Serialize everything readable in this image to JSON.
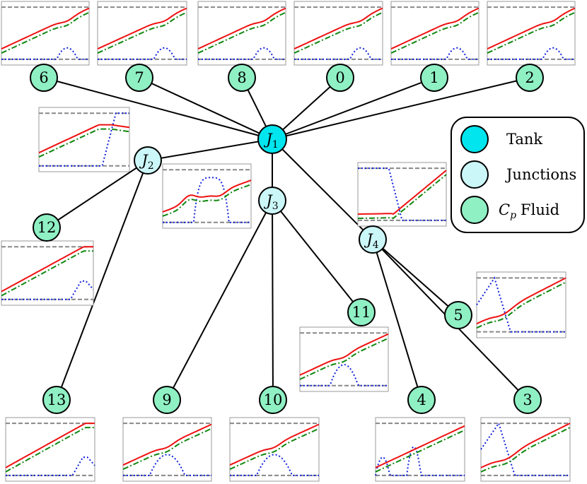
{
  "legend": {
    "items": [
      {
        "label": "Tank",
        "color": "#00e5ee"
      },
      {
        "label": "Junctions",
        "color": "#ccf7f9"
      },
      {
        "label": "Fluid",
        "prefix_italic": "C",
        "prefix_sub": "p",
        "color": "#8ff0c4"
      }
    ]
  },
  "nodes": [
    {
      "id": "J1",
      "kind": "tank",
      "label_main": "J",
      "label_sub": "1"
    },
    {
      "id": "J2",
      "kind": "junction",
      "label_main": "J",
      "label_sub": "2"
    },
    {
      "id": "J3",
      "kind": "junction",
      "label_main": "J",
      "label_sub": "3"
    },
    {
      "id": "J4",
      "kind": "junction",
      "label_main": "J",
      "label_sub": "4"
    },
    {
      "id": "0",
      "kind": "fluid",
      "label_main": "0"
    },
    {
      "id": "1",
      "kind": "fluid",
      "label_main": "1"
    },
    {
      "id": "2",
      "kind": "fluid",
      "label_main": "2"
    },
    {
      "id": "3",
      "kind": "fluid",
      "label_main": "3"
    },
    {
      "id": "4",
      "kind": "fluid",
      "label_main": "4"
    },
    {
      "id": "5",
      "kind": "fluid",
      "label_main": "5"
    },
    {
      "id": "6",
      "kind": "fluid",
      "label_main": "6"
    },
    {
      "id": "7",
      "kind": "fluid",
      "label_main": "7"
    },
    {
      "id": "8",
      "kind": "fluid",
      "label_main": "8"
    },
    {
      "id": "9",
      "kind": "fluid",
      "label_main": "9"
    },
    {
      "id": "10",
      "kind": "fluid",
      "label_main": "10"
    },
    {
      "id": "11",
      "kind": "fluid",
      "label_main": "11"
    },
    {
      "id": "12",
      "kind": "fluid",
      "label_main": "12"
    },
    {
      "id": "13",
      "kind": "fluid",
      "label_main": "13"
    }
  ],
  "edges": [
    [
      "J1",
      "6"
    ],
    [
      "J1",
      "7"
    ],
    [
      "J1",
      "8"
    ],
    [
      "J1",
      "0"
    ],
    [
      "J1",
      "1"
    ],
    [
      "J1",
      "2"
    ],
    [
      "J1",
      "J2"
    ],
    [
      "J1",
      "J3"
    ],
    [
      "J1",
      "J4"
    ],
    [
      "J2",
      "12"
    ],
    [
      "J2",
      "13"
    ],
    [
      "J3",
      "9"
    ],
    [
      "J3",
      "10"
    ],
    [
      "J3",
      "11"
    ],
    [
      "J4",
      "4"
    ],
    [
      "J4",
      "5"
    ],
    [
      "J4",
      "3"
    ]
  ],
  "colors": {
    "tank": "#00e5ee",
    "junction": "#ccf7f9",
    "fluid": "#8ff0c4",
    "red_curve": "#ee1111",
    "green_curve": "#118811",
    "blue_curve": "#1122dd",
    "bound": "#888888"
  }
}
